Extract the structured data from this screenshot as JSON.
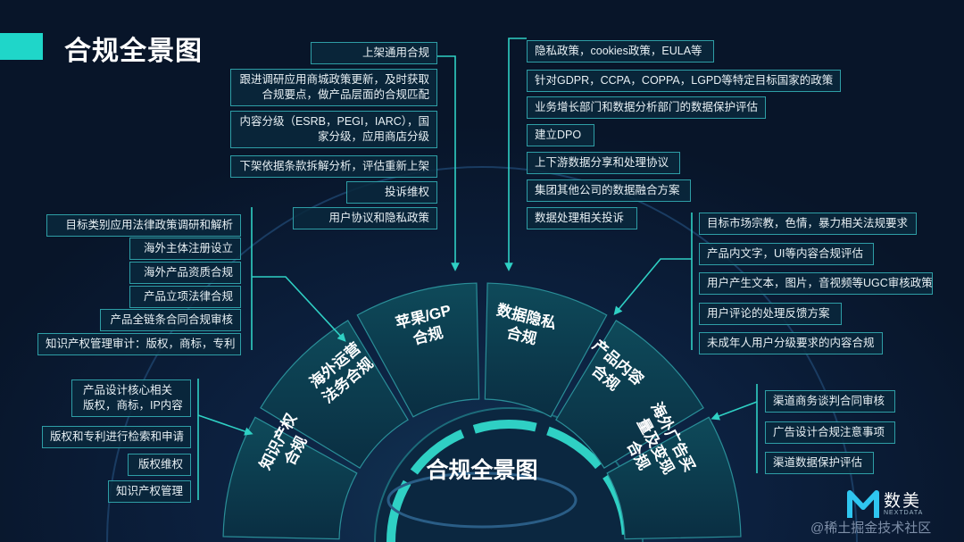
{
  "title": "合规全景图",
  "center_title": "合规全景图",
  "segments": {
    "ip": "知识产权\n合规",
    "overseas": "海外运营\n法务合规",
    "apple": "苹果/GP\n合规",
    "privacy": "数据隐私\n合规",
    "product": "产品内容\n合规",
    "ads": "海外广告买\n量及变现\n合规"
  },
  "groups": {
    "apple": {
      "items": [
        "上架通用合规",
        "跟进调研应用商城政策更新，及时获取合规要点，做产品层面的合规匹配",
        "内容分级（ESRB，PEGI，IARC），国家分级，应用商店分级",
        "下架依据条款拆解分析，评估重新上架",
        "投诉维权",
        "用户协议和隐私政策"
      ]
    },
    "privacy": {
      "items": [
        "隐私政策，cookies政策，EULA等",
        "针对GDPR，CCPA，COPPA，LGPD等特定目标国家的政策",
        "业务增长部门和数据分析部门的数据保护评估",
        "建立DPO",
        "上下游数据分享和处理协议",
        "集团其他公司的数据融合方案",
        "数据处理相关投诉"
      ]
    },
    "overseas": {
      "items": [
        "目标类别应用法律政策调研和解析",
        "海外主体注册设立",
        "海外产品资质合规",
        "产品立项法律合规",
        "产品全链条合同合规审核",
        "知识产权管理审计：版权，商标，专利"
      ]
    },
    "ip": {
      "items": [
        "产品设计核心相关版权，商标，IP内容",
        "版权和专利进行检索和申请",
        "版权维权",
        "知识产权管理"
      ]
    },
    "product": {
      "items": [
        "目标市场宗教，色情，暴力相关法规要求",
        "产品内文字，UI等内容合规评估",
        "用户产生文本，图片，音视频等UGC审核政策",
        "用户评论的处理反馈方案",
        "未成年人用户分级要求的内容合规"
      ]
    },
    "ads": {
      "items": [
        "渠道商务谈判合同审核",
        "广告设计合规注意事项",
        "渠道数据保护评估"
      ]
    }
  },
  "brand": {
    "name": "数美",
    "sub": "NEXTDATA"
  },
  "watermark": "@稀土掘金技术社区",
  "colors": {
    "accent": "#1fd6c9",
    "background": "#0a1730",
    "segment": "#0e4a5a"
  }
}
